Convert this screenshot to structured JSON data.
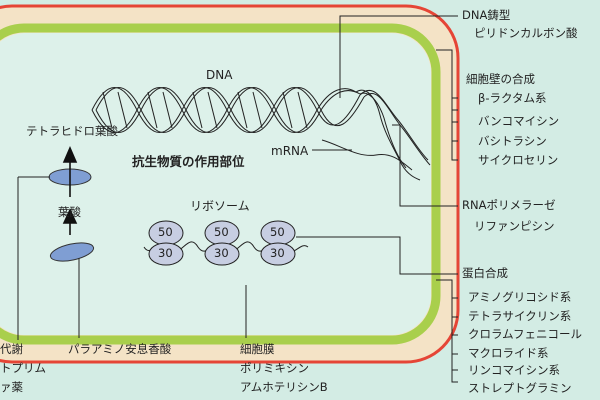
{
  "cell": {
    "title": "抗生物質の作用部位",
    "dna": "DNA",
    "mrna": "mRNA",
    "ribosome": "リボソーム",
    "subunit_large": "50",
    "subunit_small": "30",
    "thf": "テトラヒドロ葉酸",
    "folate": "葉酸",
    "membrane": "細胞膜"
  },
  "right": {
    "dna_template": "DNA鋳型",
    "pyridone": "ピリドンカルボン酸",
    "wall_synthesis": "細胞壁の合成",
    "wall_drugs": [
      "β-ラクタム系",
      "バンコマイシン",
      "バシトラシン",
      "サイクロセリン"
    ],
    "rna_pol": "RNAポリメラーゼ",
    "rifampicin": "リファンピシン",
    "protein_synthesis": "蛋白合成",
    "protein_drugs": [
      "アミノグリコシド系",
      "テトラサイクリン系",
      "クロラムフェニコール",
      "マクロライド系",
      "リンコマイシン系",
      "ストレプトグラミン"
    ]
  },
  "bottom": {
    "left_items": [
      "代謝",
      "トプリム",
      "ァ薬"
    ],
    "paba": "パラアミノ安息香酸",
    "membrane_drugs": [
      "ポリミキシン",
      "アムホテリシンB"
    ]
  },
  "colors": {
    "background": "#d3ece4",
    "outer_wall": "#e54536",
    "peptidoglycan": "#f4e3c6",
    "membrane": "#a9cf4c",
    "cytoplasm": "#ddf1ea",
    "enzyme": "#7f9ed3"
  }
}
